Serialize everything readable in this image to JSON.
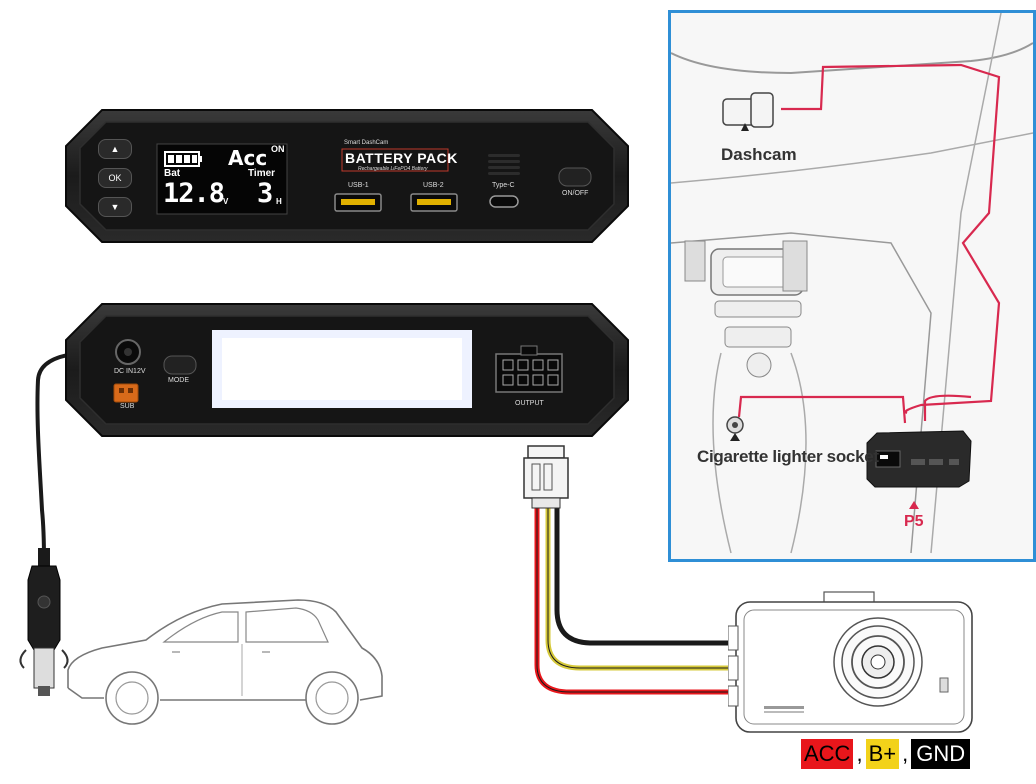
{
  "front_panel": {
    "buttons": [
      "▲",
      "OK",
      "▼"
    ],
    "lcd": {
      "acc_label": "Acc",
      "on_label": "ON",
      "bat_label": "Bat",
      "timer_label": "Timer",
      "voltage": "12.8",
      "voltage_unit": "V",
      "hours": "3",
      "hours_unit": "H"
    },
    "brand_small": "Smart DashCam",
    "brand_title": "BATTERY PACK",
    "brand_sub": "Rechargeable LiFePO4 Battery",
    "usb1": "USB-1",
    "usb2": "USB-2",
    "typec": "Type-C",
    "onoff": "ON/OFF"
  },
  "back_panel": {
    "dc_in": "DC IN12V",
    "sub": "SUB",
    "mode": "MODE",
    "output": "OUTPUT"
  },
  "install_diagram": {
    "dashcam_label": "Dashcam",
    "lighter_label": "Cigarette lighter socket",
    "p5_label": "P5"
  },
  "legend": {
    "acc": "ACC",
    "sep1": ",",
    "bplus": "B+",
    "sep2": ",",
    "gnd": "GND"
  },
  "colors": {
    "acc_wire": "#e8161b",
    "bplus_wire": "#f2d21a",
    "gnd_wire": "#000000",
    "inset_border": "#2f8fd6",
    "route_wire": "#d8294f"
  }
}
